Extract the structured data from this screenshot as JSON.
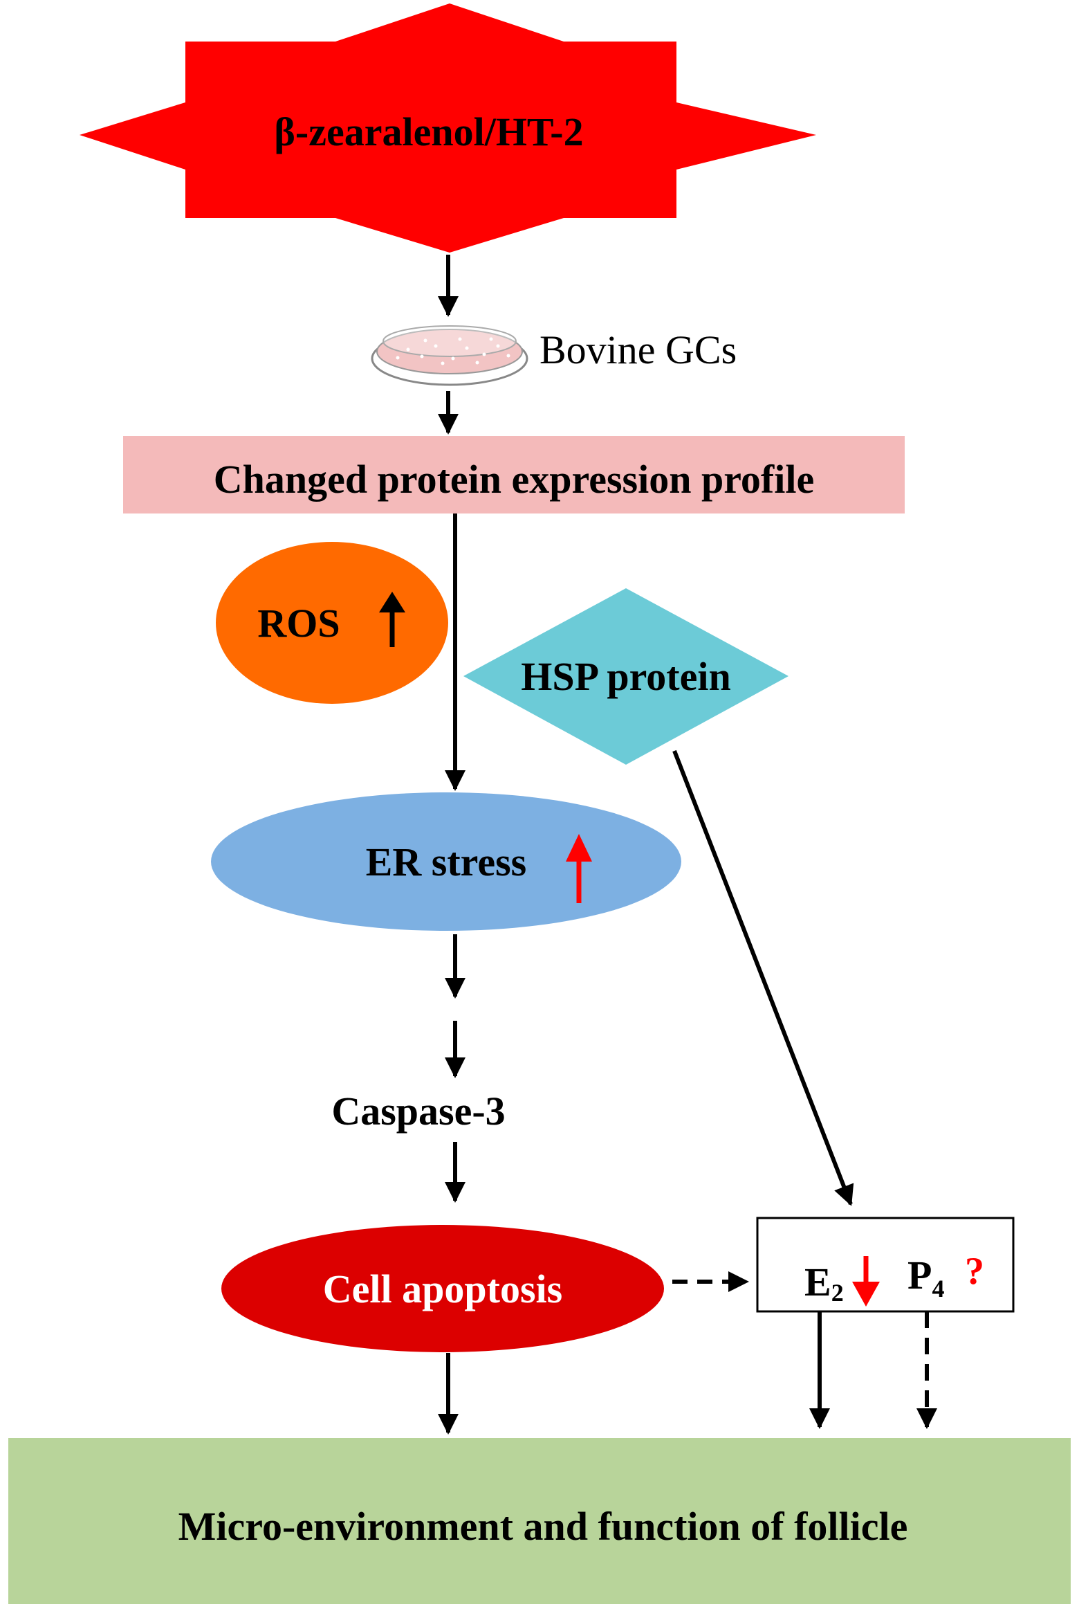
{
  "nodes": {
    "toxin": {
      "label": "β-zearalenol/HT-2",
      "color": "#ff0000"
    },
    "cells": {
      "label": "Bovine GCs",
      "dish_color": "#f2c4c4"
    },
    "profile": {
      "label": "Changed protein expression profile",
      "color": "#f4baba"
    },
    "ros": {
      "label": "ROS",
      "color": "#ff6a00"
    },
    "hsp": {
      "label": "HSP protein",
      "color": "#6ccbd7"
    },
    "er_stress": {
      "label": "ER stress",
      "color": "#7db0e2"
    },
    "caspase": {
      "label": "Caspase-3"
    },
    "apoptosis": {
      "label": "Cell apoptosis",
      "color": "#dc0000"
    },
    "hormones": {
      "e_label": "E",
      "e_sub": "2",
      "p_label": "P",
      "p_sub": "4",
      "unknown_mark": "?"
    },
    "follicle": {
      "label": "Micro-environment and function of follicle",
      "color": "#b8d49a"
    }
  },
  "indicators": {
    "ros": {
      "direction": "up",
      "icon": "up-arrow-icon",
      "color": "#000000"
    },
    "er_stress": {
      "direction": "up",
      "icon": "up-arrow-icon",
      "color": "#ff0000"
    },
    "e2": {
      "direction": "down",
      "icon": "down-arrow-icon",
      "color": "#ff0000"
    },
    "p4": {
      "mark": "?",
      "color": "#ff0000"
    }
  },
  "edges": [
    {
      "from": "toxin",
      "to": "cells",
      "style": "solid"
    },
    {
      "from": "cells",
      "to": "profile",
      "style": "solid"
    },
    {
      "from": "profile",
      "to": "er_stress",
      "style": "solid"
    },
    {
      "from": "er_stress",
      "to": "caspase",
      "style": "solid"
    },
    {
      "from": "caspase",
      "to": "apoptosis",
      "style": "solid"
    },
    {
      "from": "hsp",
      "to": "hormones",
      "style": "solid"
    },
    {
      "from": "apoptosis",
      "to": "hormones",
      "style": "dashed"
    },
    {
      "from": "apoptosis",
      "to": "follicle",
      "style": "solid"
    },
    {
      "from": "e2",
      "to": "follicle",
      "style": "solid"
    },
    {
      "from": "p4",
      "to": "follicle",
      "style": "dashed"
    }
  ]
}
